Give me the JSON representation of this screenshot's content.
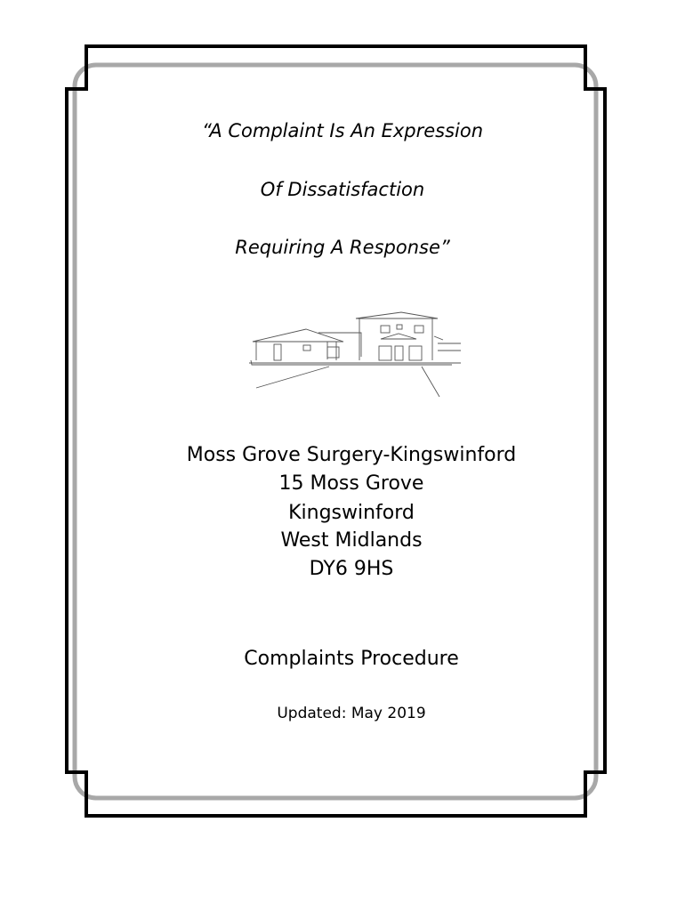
{
  "quote": {
    "line1": "“A Complaint Is An Expression",
    "line2": "Of Dissatisfaction",
    "line3": "Requiring A Response”"
  },
  "address": {
    "name": "Moss Grove Surgery-Kingswinford",
    "street": "15 Moss Grove",
    "town": "Kingswinford",
    "county": "West Midlands",
    "postcode": "DY6 9HS"
  },
  "document_title": "Complaints Procedure",
  "updated": "Updated: May 2019"
}
